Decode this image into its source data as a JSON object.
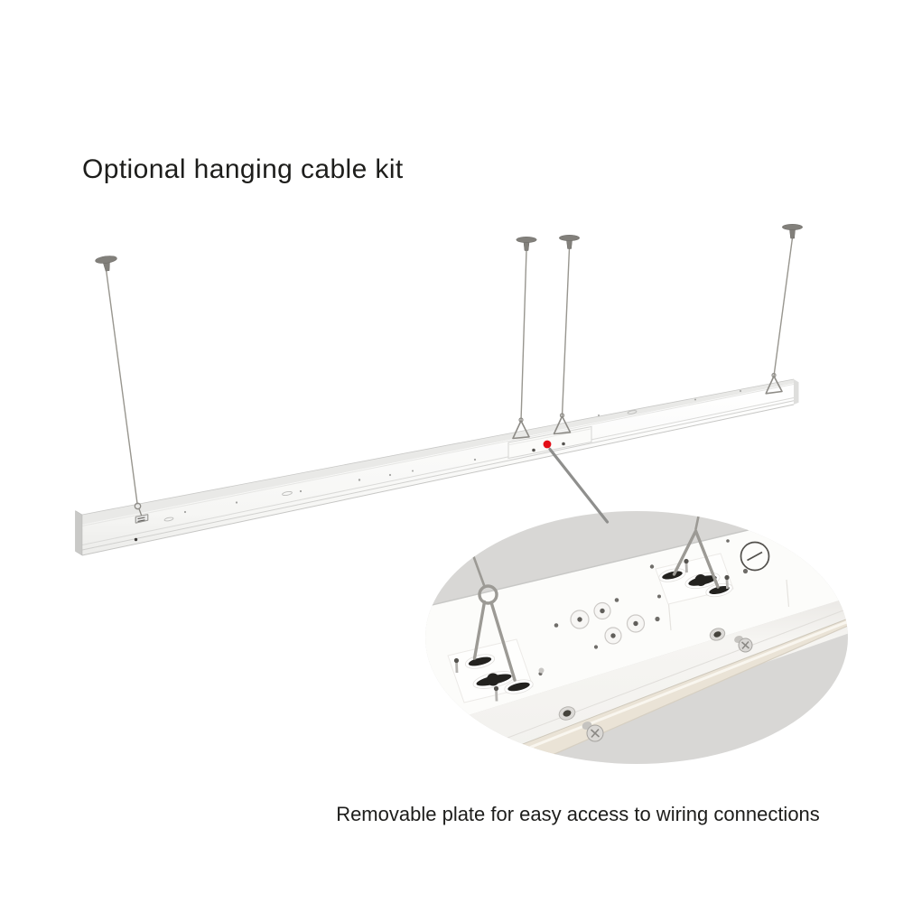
{
  "title": {
    "text": "Optional hanging cable kit"
  },
  "caption": {
    "text": "Removable plate for easy access to wiring connections"
  },
  "colors": {
    "background": "#ffffff",
    "text": "#1d1d1b",
    "marker_red": "#e30d16",
    "leader_line": "#8f8f8d",
    "cable": "#98968f",
    "bracket_wire": "#8d8b86",
    "canopy": "#82807b",
    "fixture_front": "#fcfcfa",
    "fixture_top": "#e9e9e7",
    "endcap": "#c9c9c7",
    "inset_background": "#d8d7d5",
    "slot_black": "#23221f",
    "rail_beige": "#eae3d6"
  },
  "scene": {
    "suspension_points": 4,
    "marker_shape": "red-dot",
    "inset_shape": "ellipse"
  }
}
